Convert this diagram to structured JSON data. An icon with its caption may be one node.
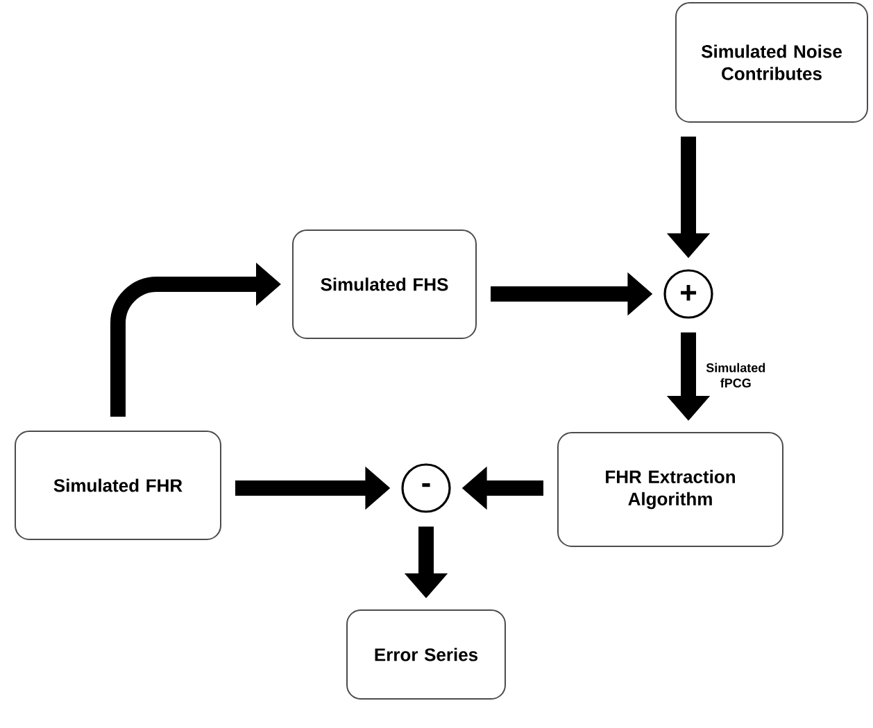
{
  "diagram": {
    "nodes": [
      {
        "text": [
          "Simulated Noise Contributes"
        ]
      },
      {
        "text": [
          "Simulated FHS"
        ]
      },
      {
        "text": [
          "+"
        ]
      },
      {
        "text": [
          "Simulated FHR"
        ]
      },
      {
        "text": [
          "-"
        ]
      },
      {
        "text": [
          "FHR Extraction Algorithm"
        ]
      },
      {
        "text": [
          "Error Series"
        ]
      }
    ],
    "edges": [
      {
        "from": 0,
        "to": 2,
        "arrow": "to"
      },
      {
        "from": 1,
        "to": 2,
        "arrow": "to"
      },
      {
        "from": 2,
        "to": 5,
        "arrow": "to",
        "label": "Simulated fPCG"
      },
      {
        "from": 3,
        "to": 1,
        "arrow": "to"
      },
      {
        "from": 3,
        "to": 4,
        "arrow": "to"
      },
      {
        "from": 5,
        "to": 4,
        "arrow": "to"
      },
      {
        "from": 4,
        "to": 6,
        "arrow": "to"
      }
    ]
  }
}
